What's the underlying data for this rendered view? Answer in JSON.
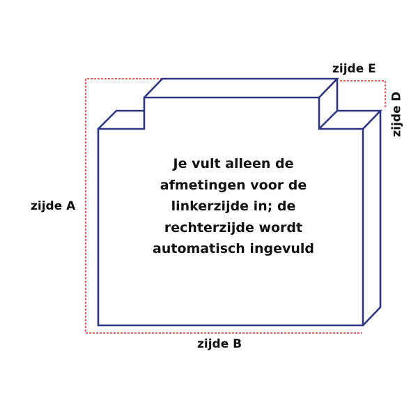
{
  "labels": {
    "side_a": "zijde A",
    "side_b": "zijde B",
    "side_d": "zijde D",
    "side_e": "zijde E"
  },
  "instruction": [
    "Je vult alleen de",
    "afmetingen voor de",
    "linkerzijde in; de",
    "rechterzijde wordt",
    "automatisch ingevuld"
  ],
  "colors": {
    "outline": "#2e3580",
    "dimension": "#e0504a"
  }
}
